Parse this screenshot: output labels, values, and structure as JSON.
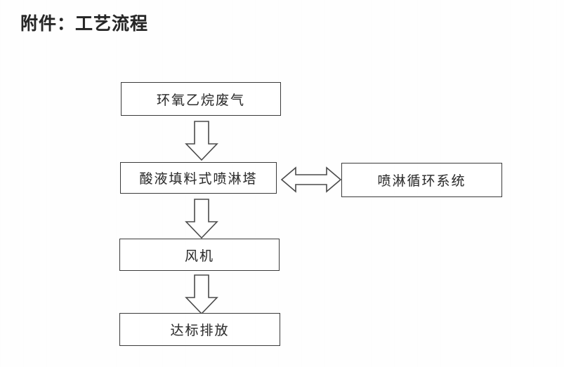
{
  "document": {
    "title": "附件：工艺流程"
  },
  "diagram": {
    "type": "flowchart",
    "orientation": "vertical",
    "nodes": [
      {
        "id": "feed",
        "label": "环氧乙烷废气"
      },
      {
        "id": "tower",
        "label": "酸液填料式喷淋塔"
      },
      {
        "id": "recycle",
        "label": "喷淋循环系统"
      },
      {
        "id": "fan",
        "label": "风机"
      },
      {
        "id": "discharge",
        "label": "达标排放"
      }
    ],
    "edges": [
      {
        "id": "feed-to-tower",
        "from": "feed",
        "to": "tower",
        "direction": "down",
        "style": "hollow-block-arrow"
      },
      {
        "id": "tower-to-fan",
        "from": "tower",
        "to": "fan",
        "direction": "down",
        "style": "hollow-block-arrow"
      },
      {
        "id": "fan-to-discharge",
        "from": "fan",
        "to": "discharge",
        "direction": "down",
        "style": "hollow-block-arrow"
      },
      {
        "id": "tower-recycle",
        "from": "tower",
        "to": "recycle",
        "direction": "bidirectional",
        "style": "hollow-block-arrow"
      }
    ]
  },
  "colors": {
    "page_background": "#fefefe",
    "box_border": "#3a3a3a",
    "box_fill": "#ffffff",
    "arrow_stroke": "#4a4a4a",
    "text": "#2e2e2e"
  }
}
